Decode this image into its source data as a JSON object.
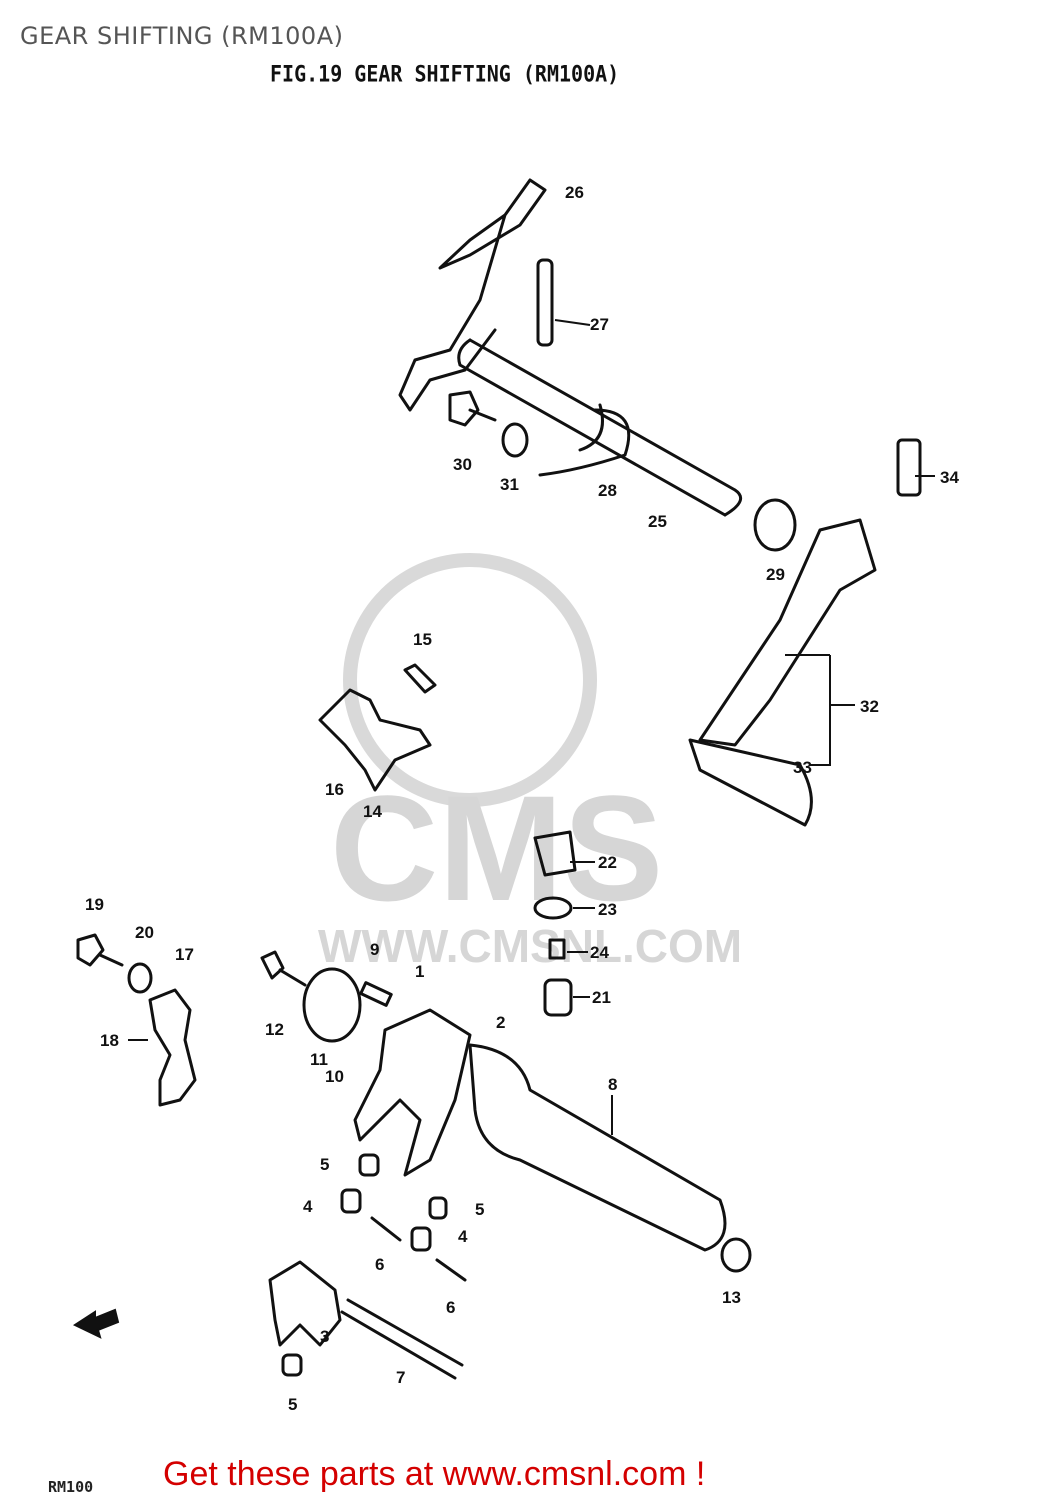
{
  "page_title": "GEAR SHIFTING (RM100A)",
  "figure_title": "FIG.19 GEAR SHIFTING (RM100A)",
  "footer_model": "RM100",
  "promo_text": "Get these parts at www.cmsnl.com !",
  "watermark": {
    "logo": "CMS",
    "url": "WWW.CMSNL.COM"
  },
  "callouts": {
    "c1": "1",
    "c2": "2",
    "c3": "3",
    "c4a": "4",
    "c4b": "4",
    "c5a": "5",
    "c5b": "5",
    "c5c": "5",
    "c6a": "6",
    "c6b": "6",
    "c7": "7",
    "c8": "8",
    "c9": "9",
    "c10": "10",
    "c11": "11",
    "c12": "12",
    "c13": "13",
    "c14": "14",
    "c15": "15",
    "c16": "16",
    "c17": "17",
    "c18": "18",
    "c19": "19",
    "c20": "20",
    "c21": "21",
    "c22": "22",
    "c23": "23",
    "c24": "24",
    "c25": "25",
    "c26": "26",
    "c27": "27",
    "c28": "28",
    "c29": "29",
    "c30": "30",
    "c31": "31",
    "c32": "32",
    "c33": "33",
    "c34": "34"
  },
  "colors": {
    "promo": "#d40000",
    "watermark": "#d6d6d6",
    "ink": "#111111"
  }
}
